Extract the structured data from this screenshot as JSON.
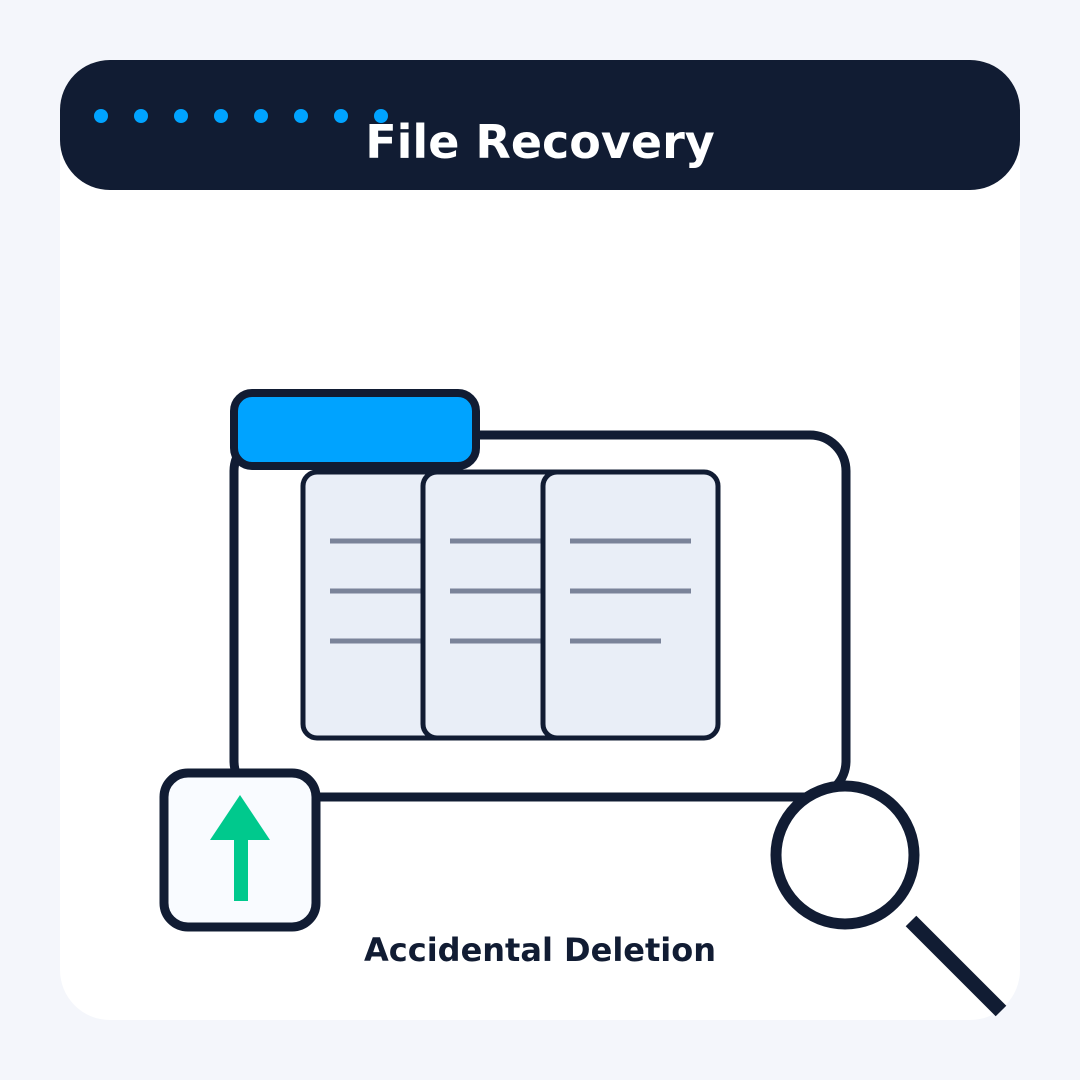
{
  "header": {
    "title": "File Recovery",
    "dots_count": 8
  },
  "illustration": {
    "caption": "Accidental Deletion",
    "folder": {
      "tab_color": "#00a3ff"
    },
    "documents": [
      {
        "lines": 3
      },
      {
        "lines": 3
      },
      {
        "lines": 3
      }
    ],
    "restore_icon": "arrow-up-icon",
    "search_icon": "magnifier-icon"
  },
  "colors": {
    "background": "#f4f6fb",
    "card": "#ffffff",
    "header": "#111c33",
    "accent": "#00a3ff",
    "arrow": "#00c98d",
    "doc_fill": "#e9eef7",
    "doc_lines": "#7a8399",
    "stroke": "#111c33"
  }
}
